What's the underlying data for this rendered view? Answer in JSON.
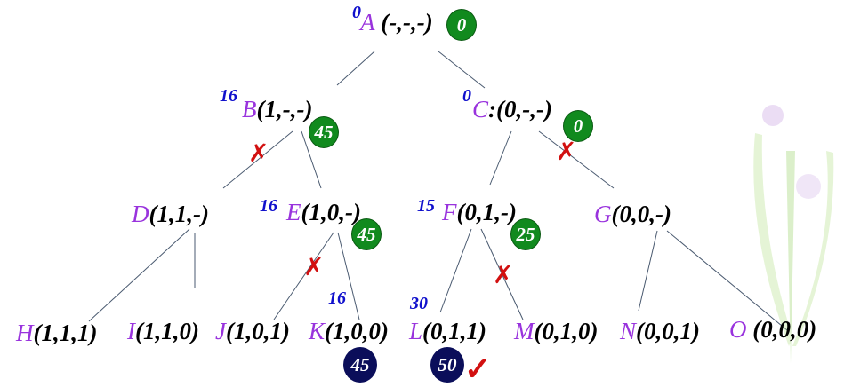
{
  "nodes": {
    "A": {
      "letter": "A",
      "tuple": "(-,-,-)",
      "cost": "0",
      "bound": "0"
    },
    "B": {
      "letter": "B",
      "tuple": "(1,-,-)",
      "cost": "16",
      "bound": "45"
    },
    "C": {
      "letter": "C",
      "tuple": ":(0,-,-)",
      "cost": "0",
      "bound": "0"
    },
    "D": {
      "letter": "D",
      "tuple": "(1,1,-)"
    },
    "E": {
      "letter": "E",
      "tuple": "(1,0,-)",
      "cost": "16",
      "bound": "45"
    },
    "F": {
      "letter": "F",
      "tuple": "(0,1,-)",
      "cost": "15",
      "bound": "25"
    },
    "G": {
      "letter": "G",
      "tuple": "(0,0,-)"
    },
    "H": {
      "letter": "H",
      "tuple": "(1,1,1)"
    },
    "I": {
      "letter": "I",
      "tuple": "(1,1,0)"
    },
    "J": {
      "letter": "J",
      "tuple": "(1,0,1)"
    },
    "K": {
      "letter": "K",
      "tuple": "(1,0,0)",
      "cost": "16",
      "value": "45"
    },
    "L": {
      "letter": "L",
      "tuple": "(0,1,1)",
      "cost": "30",
      "value": "50"
    },
    "M": {
      "letter": "M",
      "tuple": "(0,1,0)"
    },
    "N": {
      "letter": "N",
      "tuple": "(0,0,1)"
    },
    "O": {
      "letter": "O",
      "tuple": " (0,0,0)"
    }
  },
  "marks": {
    "pruned": "✗",
    "best": "✓"
  },
  "colors": {
    "bound": "#118a1e",
    "leaf_value": "#0b0e5a",
    "prune": "#d21010"
  }
}
